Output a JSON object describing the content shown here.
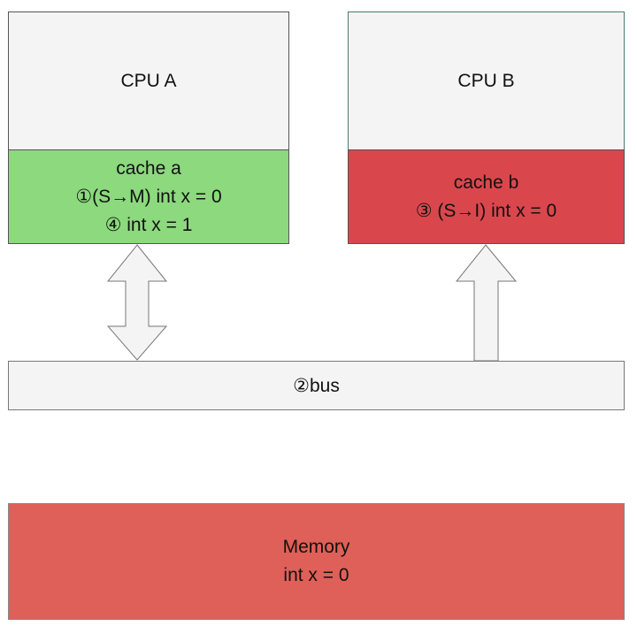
{
  "cpu_a": {
    "label": "CPU A"
  },
  "cpu_b": {
    "label": "CPU B"
  },
  "cache_a": {
    "title": "cache a",
    "line1": "①(S→M) int x = 0",
    "line2": "④ int x = 1"
  },
  "cache_b": {
    "title": "cache b",
    "line1": "③ (S→I) int x = 0"
  },
  "bus": {
    "label": "②bus"
  },
  "memory": {
    "title": "Memory",
    "value": "int x = 0"
  },
  "colors": {
    "cpu_fill": "#f4f4f4",
    "cache_a_fill": "#8cd97e",
    "cache_b_fill": "#d9474d",
    "memory_fill": "#df6058",
    "bus_fill": "#f4f4f4"
  },
  "arrows": [
    {
      "name": "cache-a-bus-arrow",
      "direction": "bidirectional"
    },
    {
      "name": "bus-cache-b-arrow",
      "direction": "up"
    }
  ]
}
